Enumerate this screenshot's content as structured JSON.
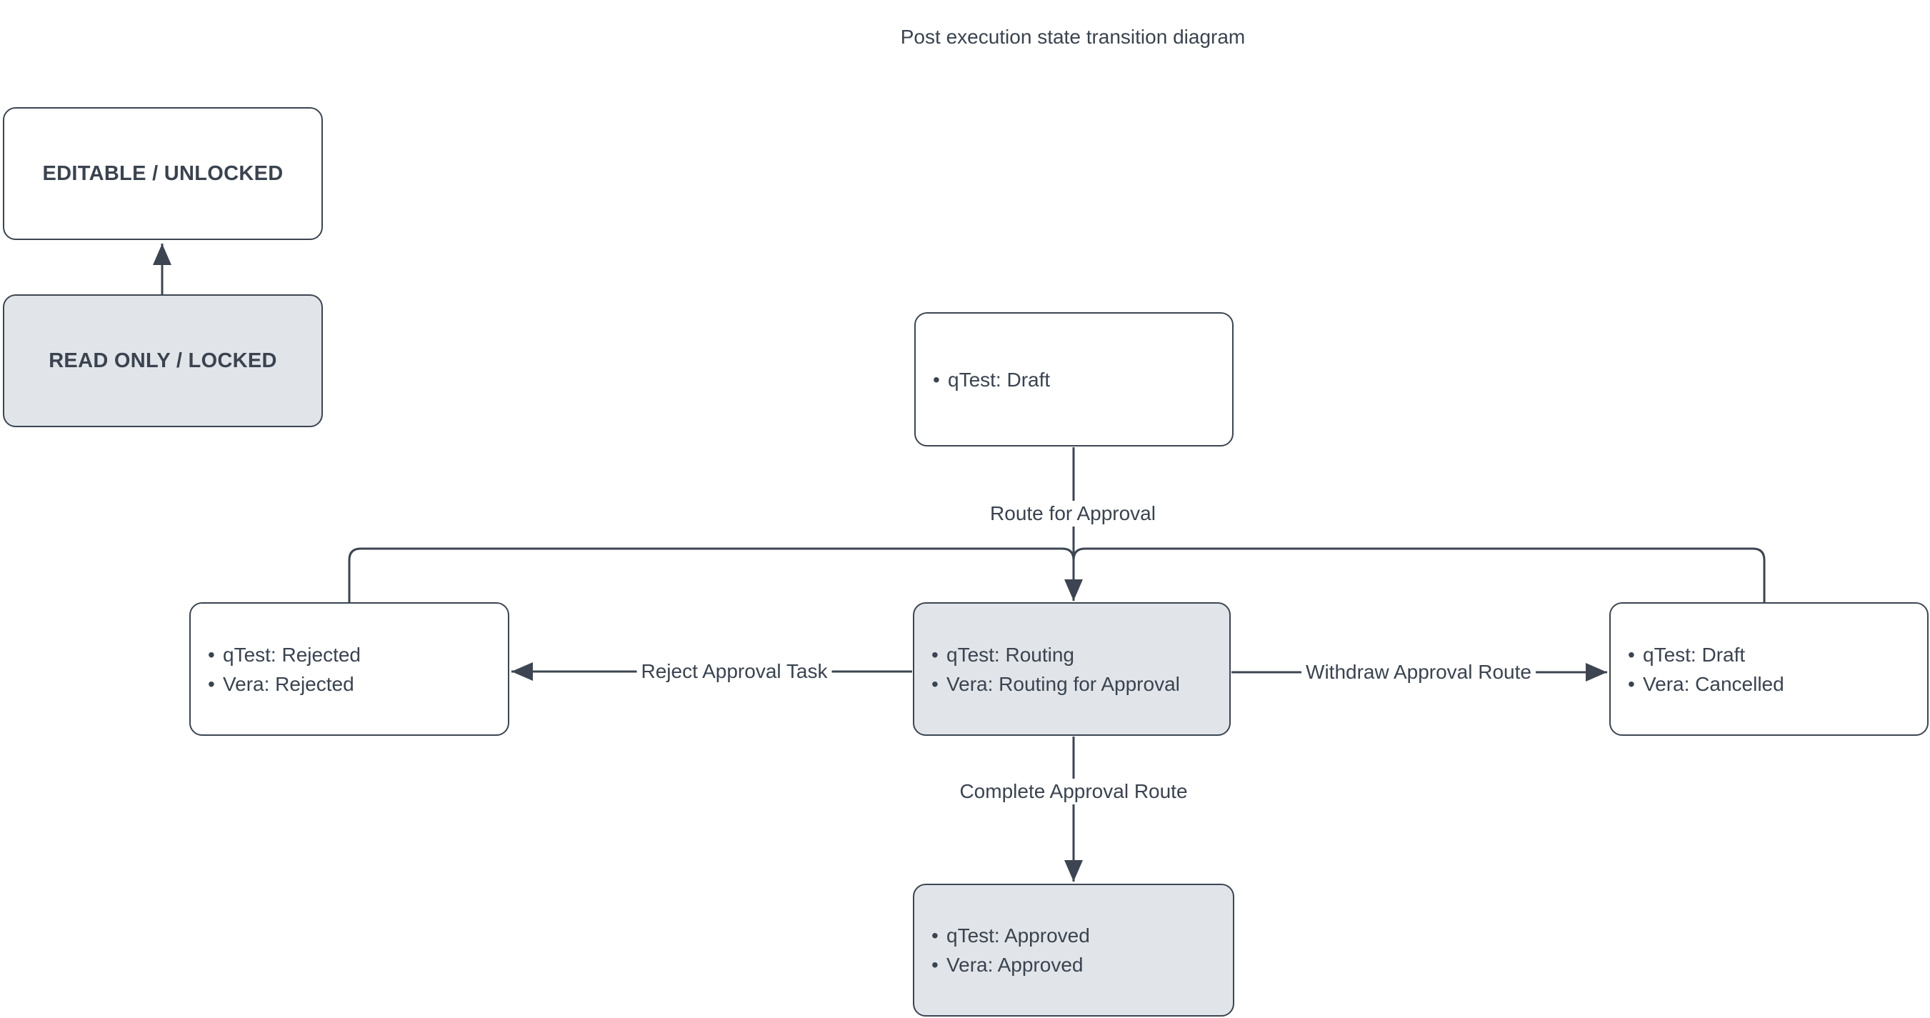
{
  "title": "Post execution state transition diagram",
  "bullet_char": "•",
  "colors": {
    "stroke": "#3c4551",
    "text": "#3a434f",
    "gray_fill": "#e1e5e9",
    "white_fill": "#ffffff",
    "background": "#ffffff"
  },
  "nodes": {
    "editable": {
      "label": "EDITABLE / UNLOCKED",
      "fill": "white"
    },
    "readonly": {
      "label": "READ ONLY / LOCKED",
      "fill": "gray"
    },
    "draft": {
      "bullets": [
        "qTest: Draft"
      ],
      "fill": "white"
    },
    "rejected": {
      "bullets": [
        "qTest: Rejected",
        "Vera: Rejected"
      ],
      "fill": "white"
    },
    "routing": {
      "bullets": [
        "qTest: Routing",
        "Vera: Routing for Approval"
      ],
      "fill": "gray"
    },
    "cancelled": {
      "bullets": [
        "qTest: Draft",
        "Vera: Cancelled"
      ],
      "fill": "white"
    },
    "approved": {
      "bullets": [
        "qTest: Approved",
        "Vera: Approved"
      ],
      "fill": "gray"
    }
  },
  "edges": {
    "route_for_approval": "Route for Approval",
    "reject_approval_task": "Reject Approval Task",
    "withdraw_approval_route": "Withdraw Approval Route",
    "complete_approval_route": "Complete Approval Route"
  }
}
